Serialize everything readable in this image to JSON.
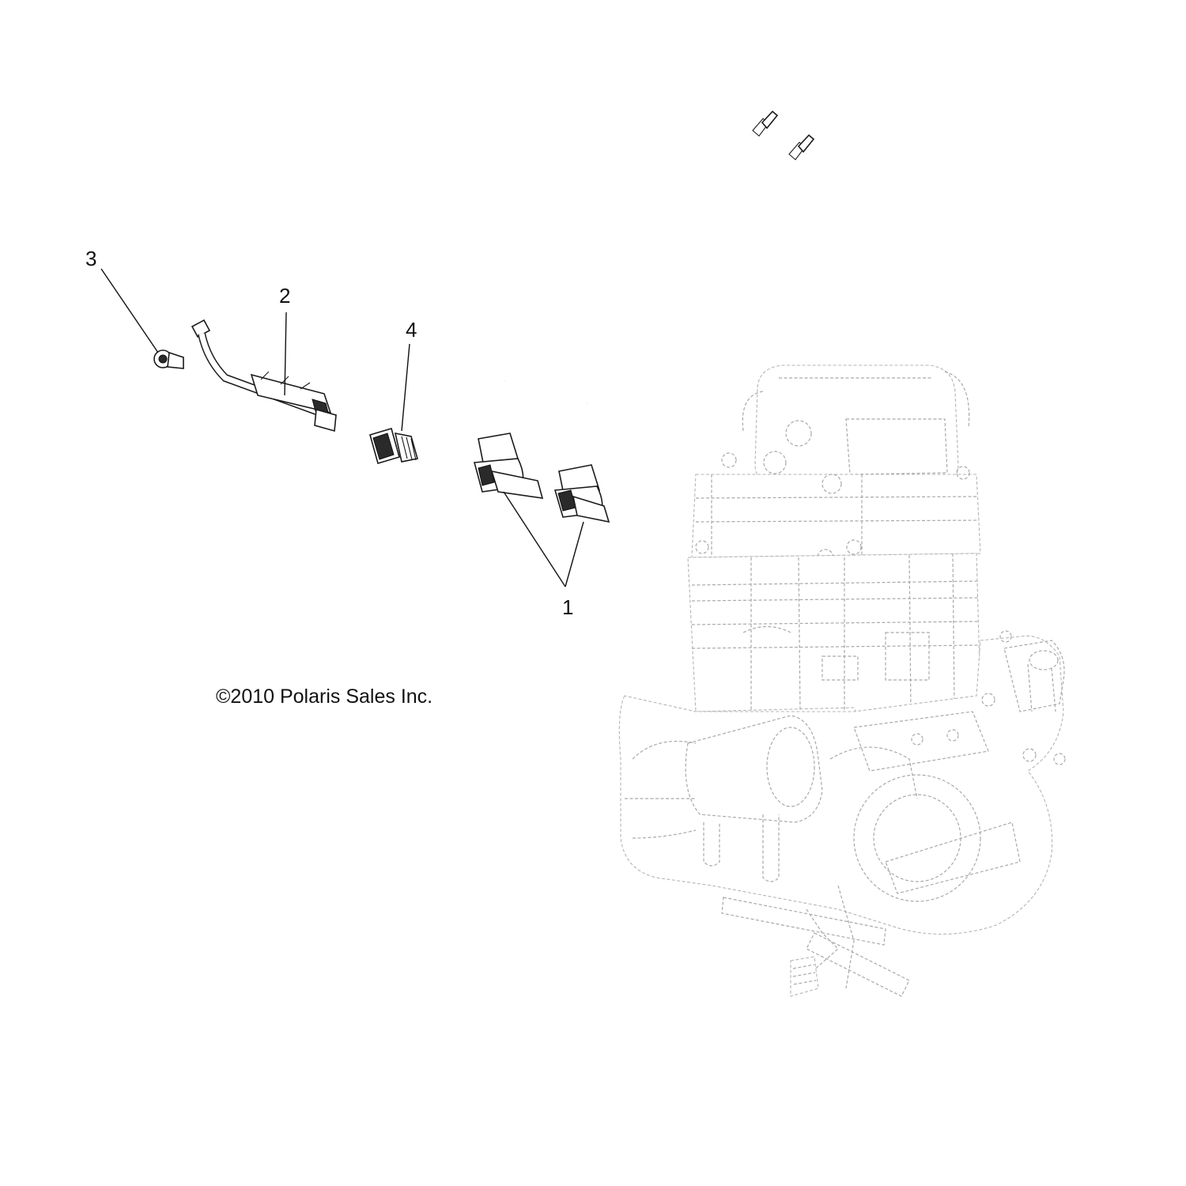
{
  "callouts": {
    "part1": "1",
    "part2": "2",
    "part3": "3",
    "part4": "4"
  },
  "copyright": "©2010 Polaris Sales Inc.",
  "colors": {
    "ink": "#111111",
    "ghost_engine": "#a9a9a9",
    "background": "#ffffff"
  }
}
